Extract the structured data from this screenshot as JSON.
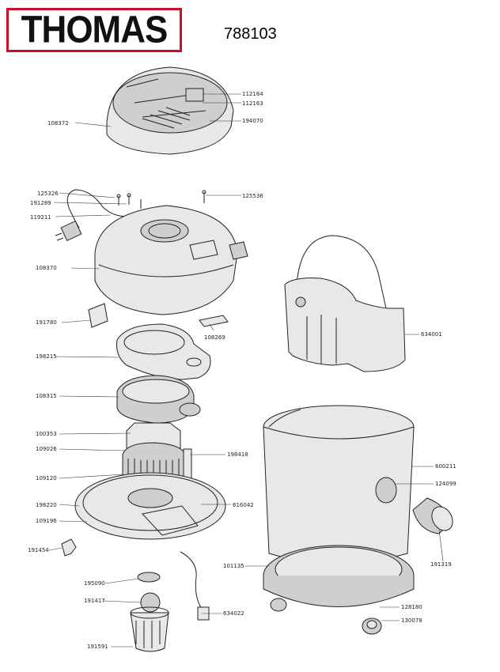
{
  "brand": {
    "logo_text": "THOMAS",
    "accent_color": "#c8102e"
  },
  "model_number": "788103",
  "labels": [
    {
      "id": "112164",
      "text": "112164"
    },
    {
      "id": "112163",
      "text": "112163"
    },
    {
      "id": "108372",
      "text": "108372"
    },
    {
      "id": "194070",
      "text": "194070"
    },
    {
      "id": "125326",
      "text": "125326"
    },
    {
      "id": "191289",
      "text": "191289"
    },
    {
      "id": "119211",
      "text": "119211"
    },
    {
      "id": "125536",
      "text": "125536"
    },
    {
      "id": "108370",
      "text": "108370"
    },
    {
      "id": "191780",
      "text": "191780"
    },
    {
      "id": "108269",
      "text": "108269"
    },
    {
      "id": "198215",
      "text": "198215"
    },
    {
      "id": "108315",
      "text": "108315"
    },
    {
      "id": "100353",
      "text": "100353"
    },
    {
      "id": "109026",
      "text": "109026"
    },
    {
      "id": "198418",
      "text": "198418"
    },
    {
      "id": "109120",
      "text": "109120"
    },
    {
      "id": "198220",
      "text": "198220"
    },
    {
      "id": "616042",
      "text": "616042"
    },
    {
      "id": "109196",
      "text": "109196"
    },
    {
      "id": "191454",
      "text": "191454"
    },
    {
      "id": "195090",
      "text": "195090"
    },
    {
      "id": "191417",
      "text": "191417"
    },
    {
      "id": "634022",
      "text": "634022"
    },
    {
      "id": "191591",
      "text": "191591"
    },
    {
      "id": "634001",
      "text": "634001"
    },
    {
      "id": "600211",
      "text": "600211"
    },
    {
      "id": "124099",
      "text": "124099"
    },
    {
      "id": "191319",
      "text": "191319"
    },
    {
      "id": "101135",
      "text": "101135"
    },
    {
      "id": "128180",
      "text": "128180"
    },
    {
      "id": "130078",
      "text": "130078"
    }
  ]
}
